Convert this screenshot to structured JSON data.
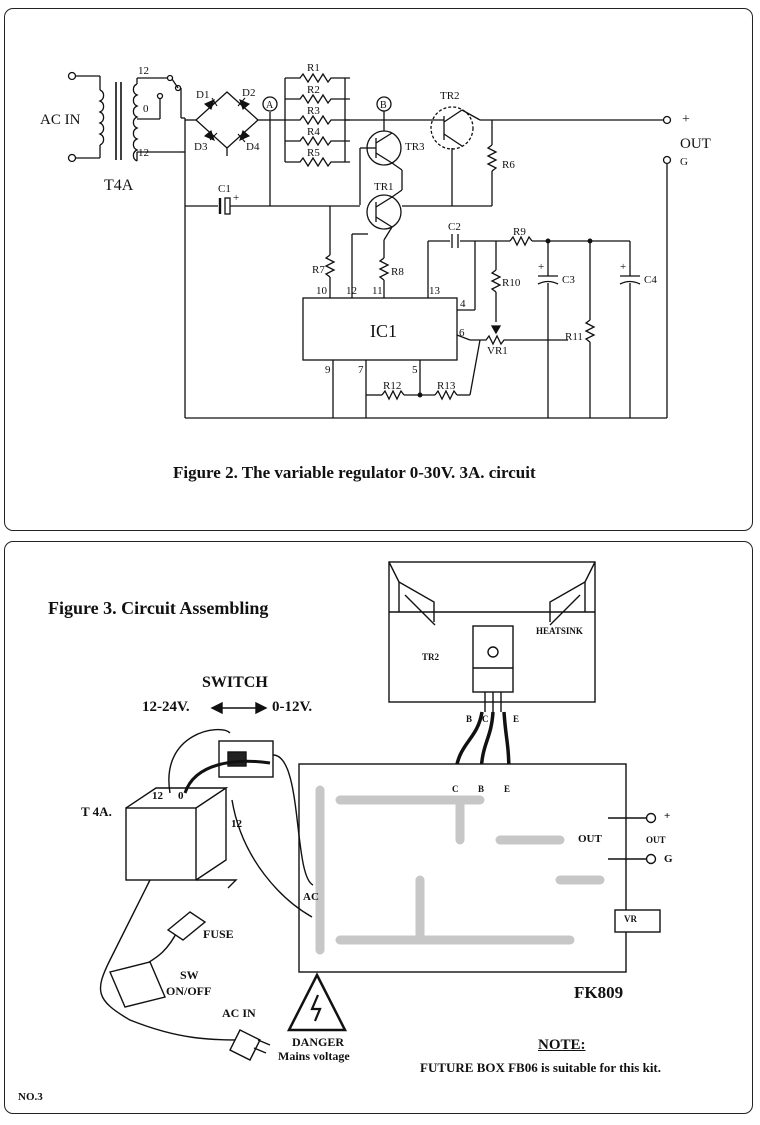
{
  "figure2": {
    "caption": "Figure 2. The variable regulator 0-30V. 3A. circuit",
    "labels": {
      "ac_in": "AC IN",
      "transformer": "T4A",
      "tap_12_top": "12",
      "tap_0": "0",
      "tap_12_bottom": "12",
      "d1": "D1",
      "d2": "D2",
      "d3": "D3",
      "d4": "D4",
      "node_a": "A",
      "node_b": "B",
      "r1": "R1",
      "r2": "R2",
      "r3": "R3",
      "r4": "R4",
      "r5": "R5",
      "r6": "R6",
      "r7": "R7",
      "r8": "R8",
      "r9": "R9",
      "r10": "R10",
      "r11": "R11",
      "r12": "R12",
      "r13": "R13",
      "tr1": "TR1",
      "tr2": "TR2",
      "tr3": "TR3",
      "c1": "C1",
      "c2": "C2",
      "c3": "C3",
      "c4": "C4",
      "vr1": "VR1",
      "ic": "IC1",
      "pin10": "10",
      "pin12": "12",
      "pin11": "11",
      "pin13": "13",
      "pin4": "4",
      "pin6": "6",
      "pin9": "9",
      "pin7": "7",
      "pin5": "5",
      "plus": "+",
      "out": "OUT",
      "g": "G"
    }
  },
  "figure3": {
    "title": "Figure 3. Circuit Assembling",
    "switch": "SWITCH",
    "range_left": "12-24V.",
    "range_right": "0-12V.",
    "transformer": "T 4A.",
    "tap_12_left": "12",
    "tap_0": "0",
    "tap_12_right": "12",
    "tr2": "TR2",
    "heatsink": "HEATSINK",
    "lead_b": "B",
    "lead_c": "C",
    "lead_e": "E",
    "pad_c": "C",
    "pad_b": "B",
    "pad_e": "E",
    "ac": "AC",
    "out": "OUT",
    "out_plus": "+",
    "out_label": "OUT",
    "out_g": "G",
    "vr": "VR",
    "fuse": "FUSE",
    "sw": "SW",
    "onoff": "ON/OFF",
    "ac_in": "AC IN",
    "danger": "DANGER",
    "mains": "Mains voltage",
    "board": "FK809",
    "note_title": "NOTE:",
    "note_text": "FUTURE BOX FB06 is suitable for this kit.",
    "page_no": "NO.3"
  }
}
